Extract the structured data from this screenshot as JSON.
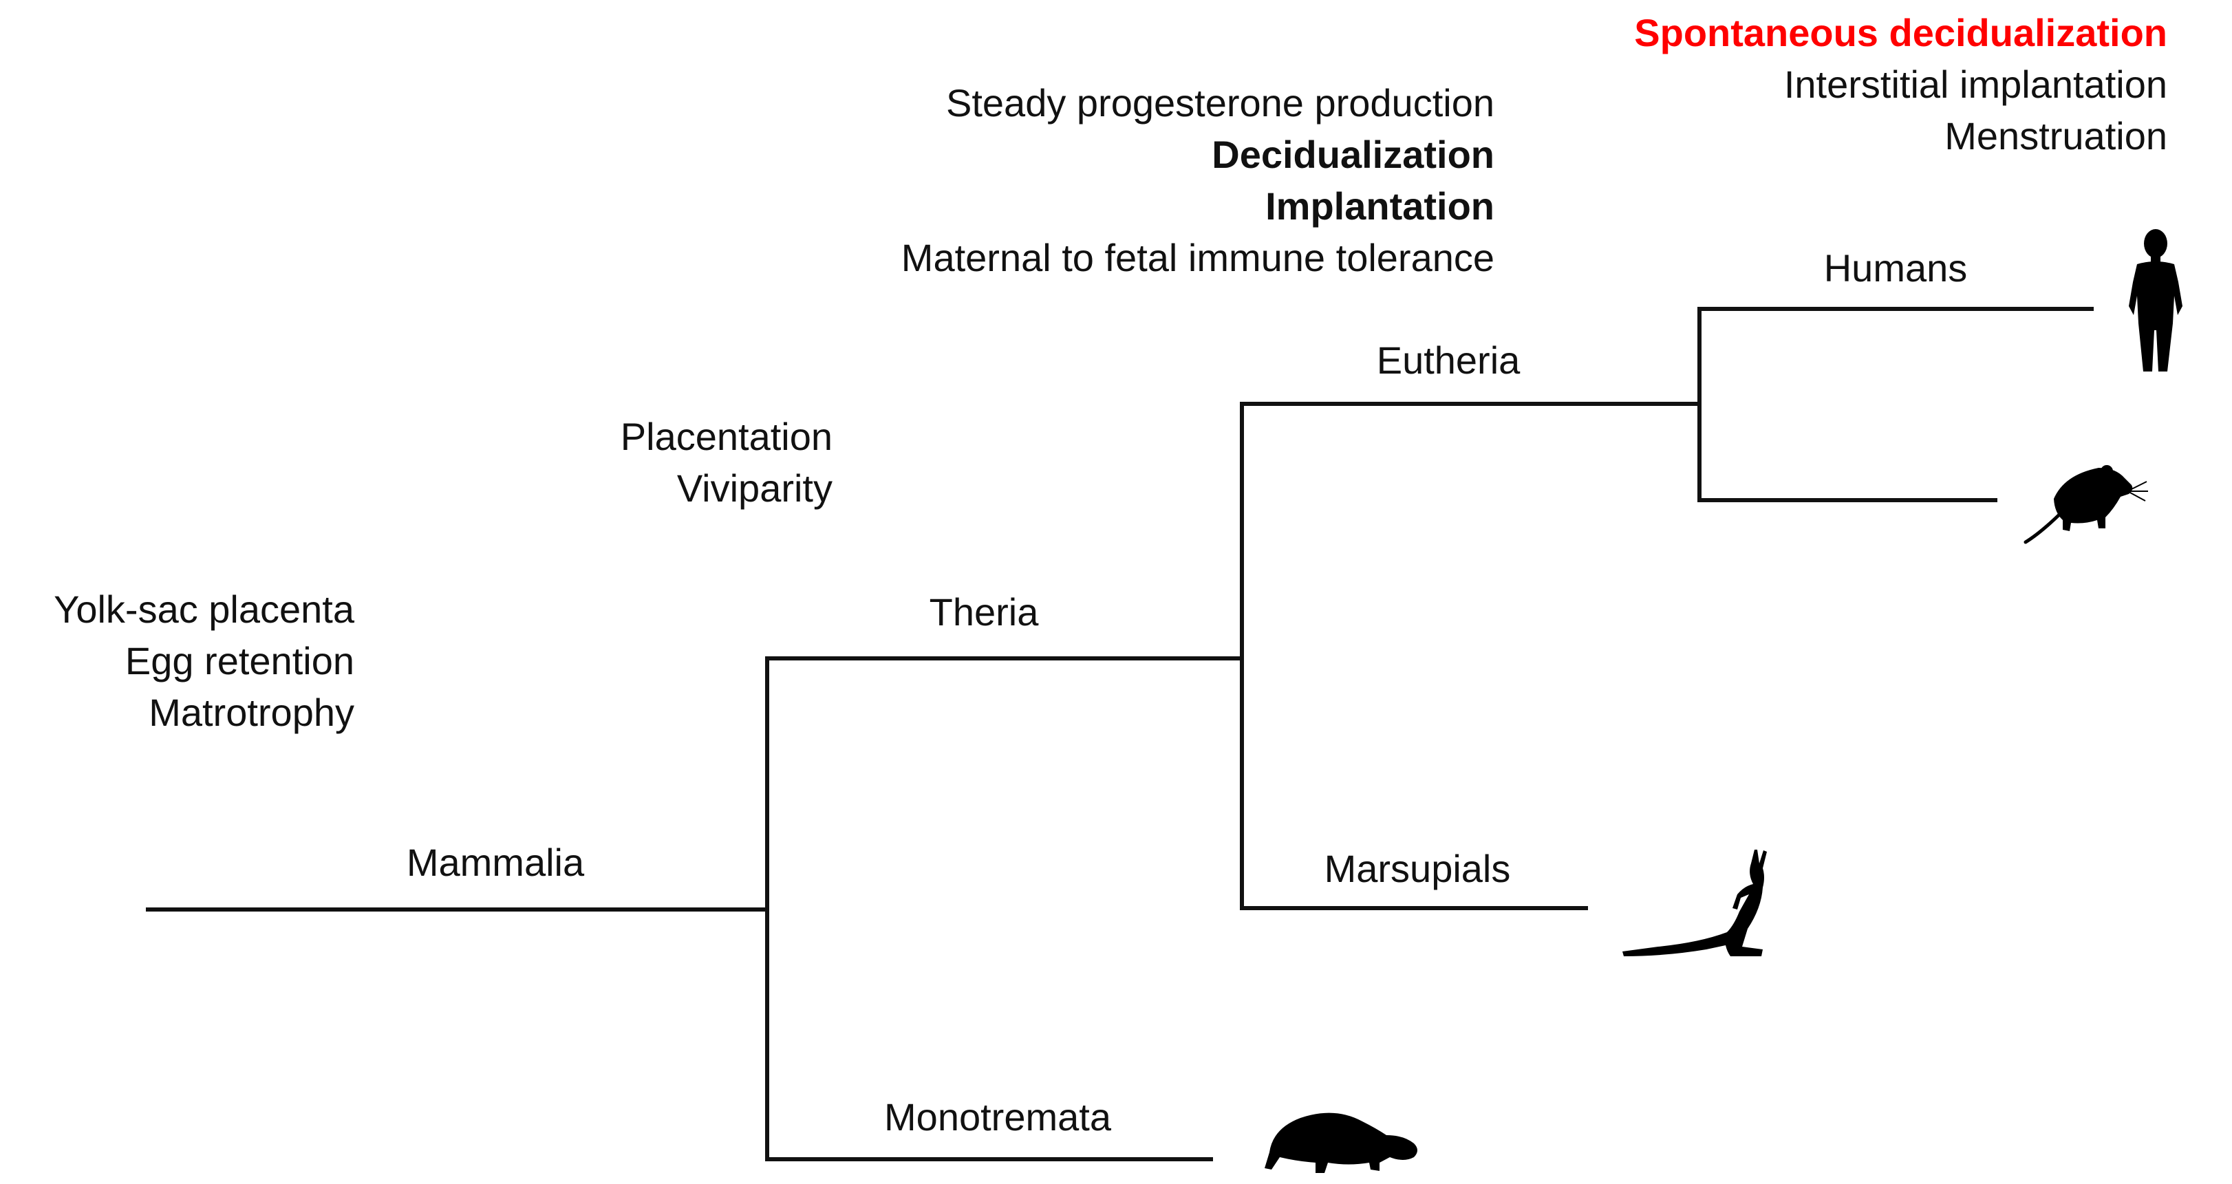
{
  "clades": {
    "mammalia": "Mammalia",
    "theria": "Theria",
    "eutheria": "Eutheria",
    "humans": "Humans",
    "marsupials": "Marsupials",
    "monotremata": "Monotremata"
  },
  "traits": {
    "mammalia_node": [
      "Yolk-sac placenta",
      "Egg retention",
      "Matrotrophy"
    ],
    "theria_node": [
      "Placentation",
      "Viviparity"
    ],
    "eutheria_node": [
      "Steady progesterone production",
      "Decidualization",
      "Implantation",
      "Maternal to fetal immune tolerance"
    ],
    "humans_node": [
      "Spontaneous decidualization",
      "Interstitial implantation",
      "Menstruation"
    ]
  },
  "colors": {
    "line": "#111111",
    "highlight": "#ff0000",
    "text": "#111111"
  },
  "icons": [
    "human-silhouette-icon",
    "rodent-silhouette-icon",
    "kangaroo-silhouette-icon",
    "platypus-silhouette-icon"
  ]
}
